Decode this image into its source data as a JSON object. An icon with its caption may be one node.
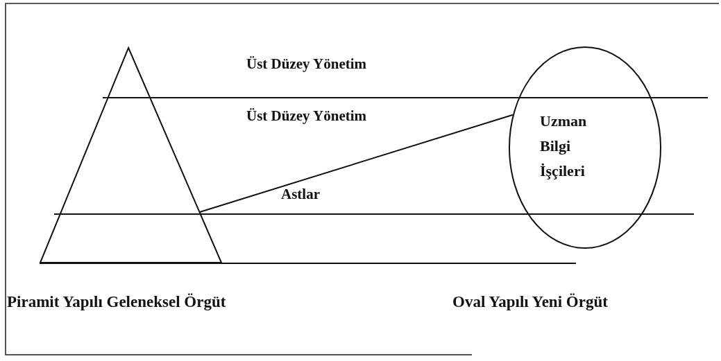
{
  "diagram": {
    "nodes": [
      {
        "text": [],
        "shape": "triangle",
        "beside": [
          "Piramit Yapılı Geleneksel Örgüt"
        ]
      },
      {
        "text": [
          "Uzman Bilgi İşçileri"
        ],
        "beside": [
          "Oval Yapılı Yeni Örgüt"
        ]
      }
    ],
    "edges": [
      {
        "from": 0,
        "to": 1,
        "arrow": "none"
      }
    ],
    "labels": [
      "Üst Düzey Yönetim",
      "Üst Düzey Yönetim",
      "Astlar"
    ]
  }
}
